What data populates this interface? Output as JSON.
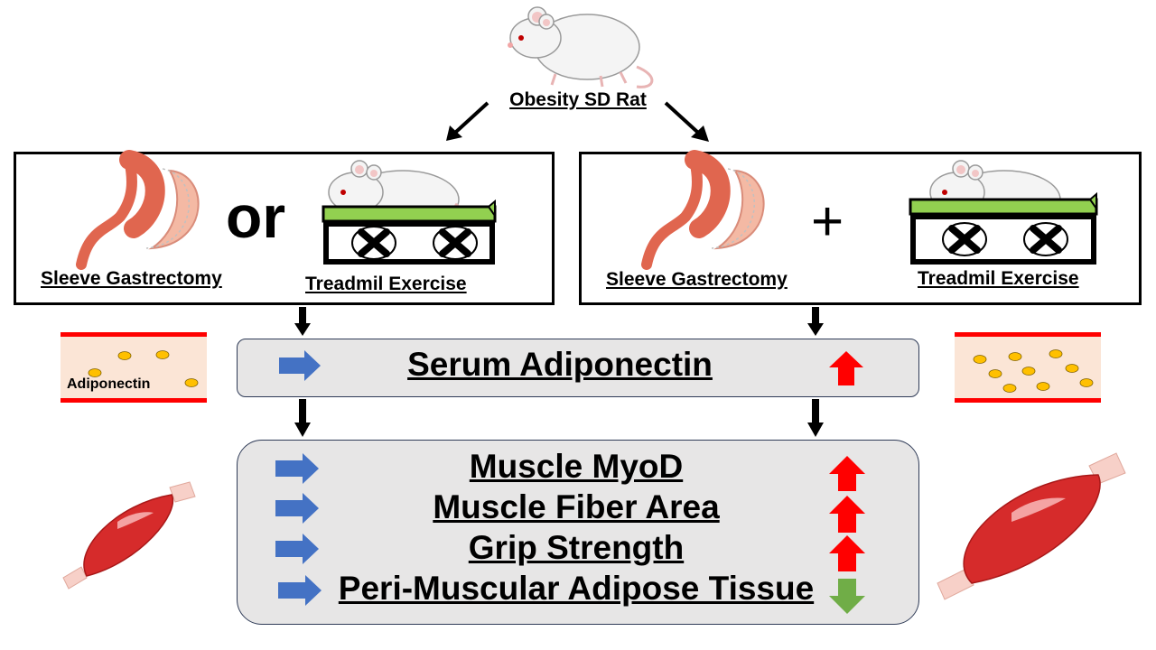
{
  "top": {
    "title": "Obesity SD Rat"
  },
  "left_panel": {
    "surgery_label": "Sleeve Gastrectomy",
    "connector": "or",
    "exercise_label": "Treadmil Exercise"
  },
  "right_panel": {
    "surgery_label": "Sleeve Gastrectomy",
    "connector": "+",
    "exercise_label": "Treadmil Exercise"
  },
  "serum": {
    "label": "Serum Adiponectin",
    "left_change": "unchanged",
    "right_change": "increase",
    "vessel_label": "Adiponectin"
  },
  "muscle_outcomes": [
    {
      "label": "Muscle MyoD",
      "left_change": "unchanged",
      "right_change": "increase"
    },
    {
      "label": "Muscle Fiber Area",
      "left_change": "unchanged",
      "right_change": "increase"
    },
    {
      "label": "Grip Strength",
      "left_change": "unchanged",
      "right_change": "increase"
    },
    {
      "label": "Peri-Muscular Adipose Tissue",
      "left_change": "unchanged",
      "right_change": "decrease"
    }
  ],
  "colors": {
    "unchanged_arrow": "#4472c4",
    "increase_arrow": "#ff0000",
    "decrease_arrow": "#70ad47",
    "treadmill_top": "#92d050",
    "vessel_wall": "#ff0000",
    "vessel_fill": "#fbe5d6",
    "adiponectin_dot": "#ffc000",
    "result_box": "#e7e6e6"
  }
}
